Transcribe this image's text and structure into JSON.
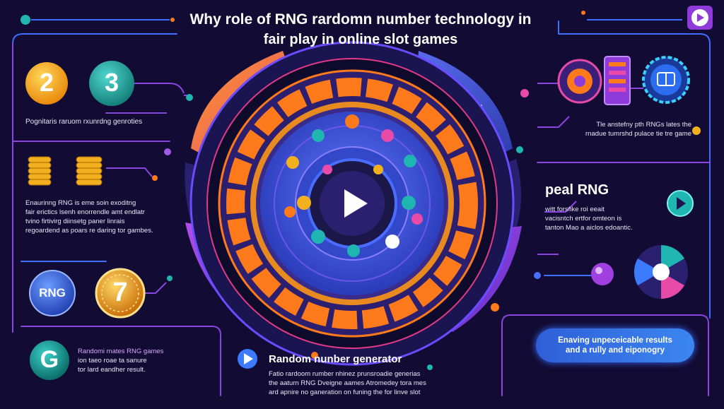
{
  "title": {
    "line1": "Why role of RNG rardomn number technology in",
    "line2": "fair play in online slot games"
  },
  "left": {
    "numbers": [
      "2",
      "3"
    ],
    "caption": "Pognitaris raruom rxunrdng genroties",
    "paragraph": [
      "Enaurinng RNG is eme soin exoditng",
      "fair erictics lsenh enorrendle amt endlatr",
      "tvino firtivirg diinsetg paner linrais",
      "regoardend as poars re daring tor gambes."
    ],
    "badge_rng": "RNG",
    "badge_seven": "7",
    "badge_g": "G",
    "bottom_text": [
      "Randomi mates RNG games",
      "ion taeo roae ta sanure",
      "tor lard eandher result."
    ]
  },
  "right": {
    "caption": [
      "Tle anstefny pth RNGs lates the",
      "rnadue tumrshd pulace tie tre game"
    ],
    "heading": "peal RNG",
    "paragraph": [
      "witt forsfike roi eeait",
      "vacisntch ertfor omteon is",
      "tanton Mao a aiclos edoantic."
    ],
    "pill": [
      "Enaving unpeceicable results",
      "and a rully and eiponogry"
    ]
  },
  "bottom": {
    "heading": "Random nunber generator",
    "paragraph": [
      "Fatio rardoom rumber nhinez prunsroadie generias",
      "the aaturn RNG Dveigne aames Atromedey tora mes",
      "ard apnire no ganeration on funing the for linve slot"
    ]
  },
  "colors": {
    "background": "#120b33",
    "orange": "#ff7a1a",
    "purple": "#8e3bd9",
    "blue": "#3b7bff",
    "teal": "#1fb5b0",
    "gold": "#f2b01e"
  },
  "icons": [
    "play-icon",
    "coin-stack-icon",
    "gear-icon",
    "chip-icon",
    "menu-icon"
  ]
}
